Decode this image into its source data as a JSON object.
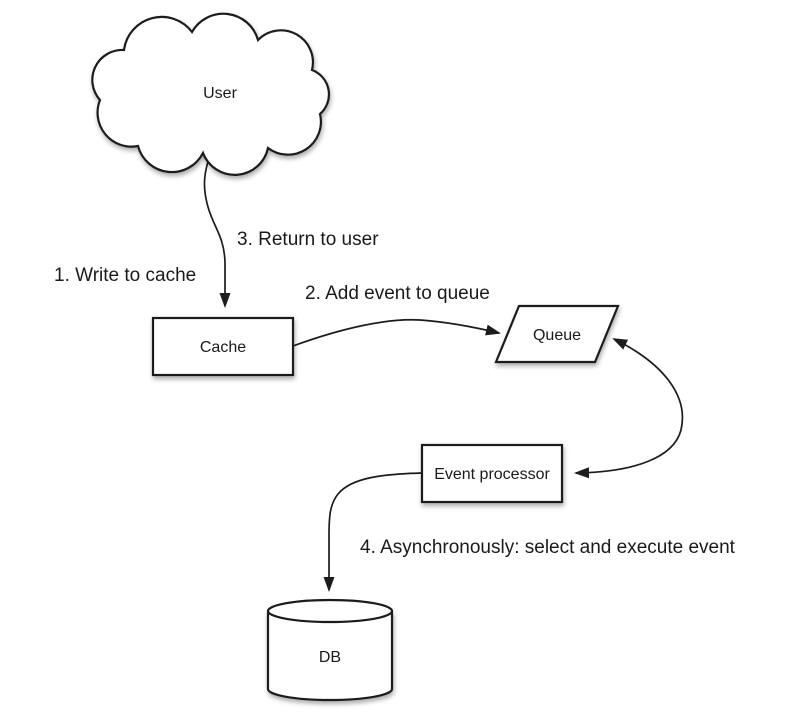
{
  "nodes": {
    "user": {
      "label": "User",
      "shape": "cloud"
    },
    "cache": {
      "label": "Cache",
      "shape": "rectangle"
    },
    "queue": {
      "label": "Queue",
      "shape": "parallelogram"
    },
    "event_processor": {
      "label": "Event processor",
      "shape": "rectangle"
    },
    "db": {
      "label": "DB",
      "shape": "cylinder"
    }
  },
  "annotations": {
    "step1": "1. Write to cache",
    "step2": "2. Add event to queue",
    "step3": "3. Return to user",
    "step4": "4. Asynchronously: select and execute event"
  },
  "edges": [
    {
      "from": "User",
      "to": "Cache",
      "arrows": "to"
    },
    {
      "from": "Cache",
      "to": "Queue",
      "arrows": "to"
    },
    {
      "from": "Queue",
      "to": "Event processor",
      "arrows": "both"
    },
    {
      "from": "Event processor",
      "to": "DB",
      "arrows": "to"
    }
  ],
  "colors": {
    "stroke": "#1c1c1c",
    "text": "#1a1a1a",
    "fill": "#ffffff",
    "background": "#ffffff"
  }
}
